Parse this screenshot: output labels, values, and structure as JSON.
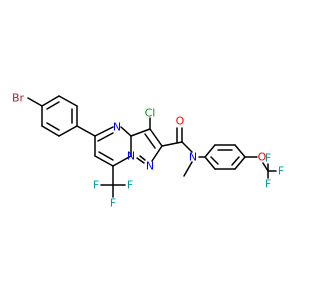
{
  "molecule": {
    "atoms": {
      "br": {
        "text": "Br",
        "color": "#a52a2a"
      },
      "n_ring_top": {
        "text": "N",
        "color": "#0000ff"
      },
      "n_ring_bridge": {
        "text": "N",
        "color": "#0000ff"
      },
      "n_ring_five": {
        "text": "N",
        "color": "#0000ff"
      },
      "cl": {
        "text": "Cl",
        "color": "#00a000"
      },
      "o_carbonyl": {
        "text": "O",
        "color": "#ff0000"
      },
      "n_amide": {
        "text": "N",
        "color": "#0000ff"
      },
      "o_ether": {
        "text": "O",
        "color": "#ff0000"
      },
      "f_ocf3_top": {
        "text": "F",
        "color": "#00a0a0"
      },
      "f_ocf3_right": {
        "text": "F",
        "color": "#00a0a0"
      },
      "f_ocf3_bottom": {
        "text": "F",
        "color": "#00a0a0"
      },
      "f_cf3_left": {
        "text": "F",
        "color": "#00a0a0"
      },
      "f_cf3_right": {
        "text": "F",
        "color": "#00a0a0"
      },
      "f_cf3_bottom": {
        "text": "F",
        "color": "#00a0a0"
      }
    }
  }
}
